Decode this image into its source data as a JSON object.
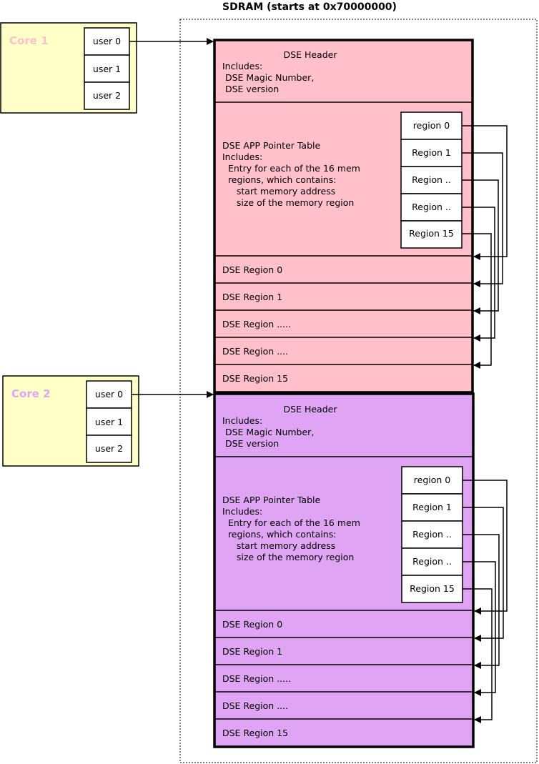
{
  "title": "SDRAM (starts at 0x70000000)",
  "colors": {
    "core_fill": "#ffffc8",
    "core1_label": "#ffc0cb",
    "core2_label": "#e0a4f4",
    "block1_fill": "#ffc0cb",
    "block2_fill": "#e0a4f4"
  },
  "cores": [
    {
      "label": "Core 1",
      "users": [
        "user 0",
        "user 1",
        "user 2"
      ]
    },
    {
      "label": "Core 2",
      "users": [
        "user 0",
        "user 1",
        "user 2"
      ]
    }
  ],
  "blocks": [
    {
      "header": {
        "title": "DSE Header",
        "lines": [
          "Includes:",
          " DSE Magic Number,",
          " DSE version"
        ]
      },
      "pointer_table": {
        "lines": [
          "DSE APP Pointer Table",
          "Includes:",
          "  Entry for each of the 16 mem",
          "  regions, which contains:",
          "     start memory address",
          "     size of the memory region"
        ],
        "entries": [
          "region 0",
          "Region 1",
          "Region ..",
          "Region ..",
          "Region 15"
        ]
      },
      "regions": [
        "DSE Region 0",
        "DSE Region 1",
        "DSE Region .....",
        "DSE Region ....",
        "DSE Region 15"
      ]
    },
    {
      "header": {
        "title": "DSE Header",
        "lines": [
          "Includes:",
          " DSE Magic Number,",
          " DSE version"
        ]
      },
      "pointer_table": {
        "lines": [
          "DSE APP Pointer Table",
          "Includes:",
          "  Entry for each of the 16 mem",
          "  regions, which contains:",
          "     start memory address",
          "     size of the memory region"
        ],
        "entries": [
          "region 0",
          "Region 1",
          "Region ..",
          "Region ..",
          "Region 15"
        ]
      },
      "regions": [
        "DSE Region 0",
        "DSE Region 1",
        "DSE Region .....",
        "DSE Region ....",
        "DSE Region 15"
      ]
    }
  ]
}
